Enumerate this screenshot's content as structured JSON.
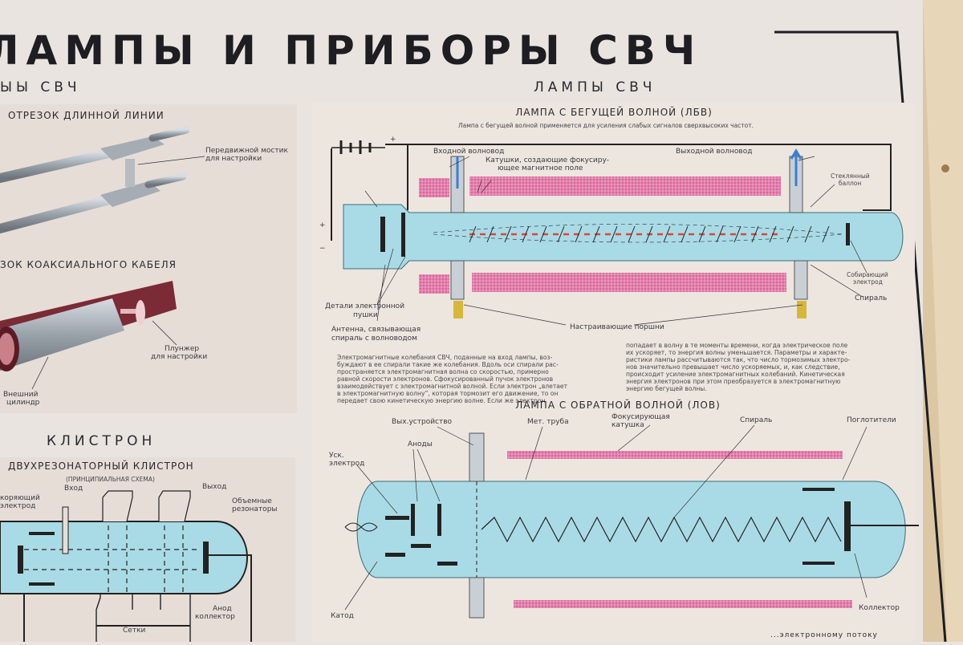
{
  "poster": {
    "title": "ЛАМПЫ И ПРИБОРЫ СВЧ",
    "left_subtitle": "ЫЫ СВЧ",
    "right_subtitle": "ЛАМПЫ СВЧ"
  },
  "left_panel": {
    "line_heading": "ОТРЕЗОК ДЛИННОЙ ЛИНИИ",
    "bridge_label": [
      "Передвижной мостик",
      "для настройки"
    ],
    "coax_heading": "ЗОК КОАКСИАЛЬНОГО КАБЕЛЯ",
    "plunger_label": [
      "Плунжер",
      "для настройки"
    ],
    "outer_label": [
      "Внешний",
      "цилиндр"
    ]
  },
  "klystron": {
    "heading": "КЛИСТРОН",
    "subheading": "ДВУХРЕЗОНАТОРНЫЙ КЛИСТРОН",
    "scheme": "(ПРИНЦИПИАЛЬНАЯ СХЕМА)",
    "input": "Вход",
    "output": "Выход",
    "accel": [
      "коряющий",
      "электрод"
    ],
    "resonators": [
      "Объемные",
      "резонаторы"
    ],
    "anode": [
      "Анод",
      "коллектор"
    ],
    "grids": "Сетки"
  },
  "twt": {
    "heading": "ЛАМПА С БЕГУЩЕЙ ВОЛНОЙ (ЛБВ)",
    "intro": "Лампа с бегущей волной применяется для усиления слабых сигналов сверхвысоких частот.",
    "input_waveguide": "Входной волновод",
    "output_waveguide": "Выходной волновод",
    "coils": [
      "Катушки, создающие фокусиру-",
      "ющее магнитное поле"
    ],
    "glass": [
      "Стеклянный",
      "баллон"
    ],
    "collector": [
      "Собирающий",
      "электрод"
    ],
    "helix": "Спираль",
    "gun": [
      "Детали электронной",
      "пушки"
    ],
    "antenna": [
      "Антенна, связывающая",
      "спираль с волноводом"
    ],
    "pistons": "Настраивающие поршни",
    "plus": "+",
    "minus": "−",
    "para_left": [
      "Электромагнитные колебания СВЧ, поданные на вход лампы, воз-",
      "буждают в ее спирали такие же колебания. Вдоль оси спирали рас-",
      "пространяется электромагнитная волна со скоростью, примерно",
      "равной скорости электронов. Сфокусированный пучок электронов",
      "взаимодействует с электромагнитной волной. Если электрон „влетает",
      "в электромагнитную волну”, которая тормозит его движение, то он",
      "передает свою кинетическую энергию волне. Если же электрон"
    ],
    "para_right": [
      "попадает в волну в те моменты времени, когда электрическое поле",
      "их ускоряет, то энергия волны уменьшается. Параметры и характе-",
      "ристики лампы рассчитываются так, что число тормозимых электро-",
      "нов значительно превышает число ускоряемых, и, как следствие,",
      "происходит усиление электромагнитных колебаний. Кинетическая",
      "энергия электронов при этом преобразуется в электромагнитную",
      "энергию бегущей волны."
    ]
  },
  "bwo": {
    "heading": "ЛАМПА С ОБРАТНОЙ ВОЛНОЙ (ЛОВ)",
    "output_device": "Вых.устройство",
    "metal_tube": "Мет. труба",
    "focus_coil": [
      "Фокусирующая",
      "катушка"
    ],
    "helix": "Спираль",
    "absorbers": "Поглотители",
    "accel": [
      "Уск.",
      "электрод"
    ],
    "anodes": "Аноды",
    "cathode": "Катод",
    "collector": "Коллектор",
    "footer_fragment": "...электронному потоку"
  },
  "colors": {
    "paper": "#e9e4e0",
    "panel": "#e6ddd7",
    "tube": "#a9dbe6",
    "coil": "#d9669a",
    "wave": "#e0443a",
    "frame": "#dcc7a4"
  }
}
